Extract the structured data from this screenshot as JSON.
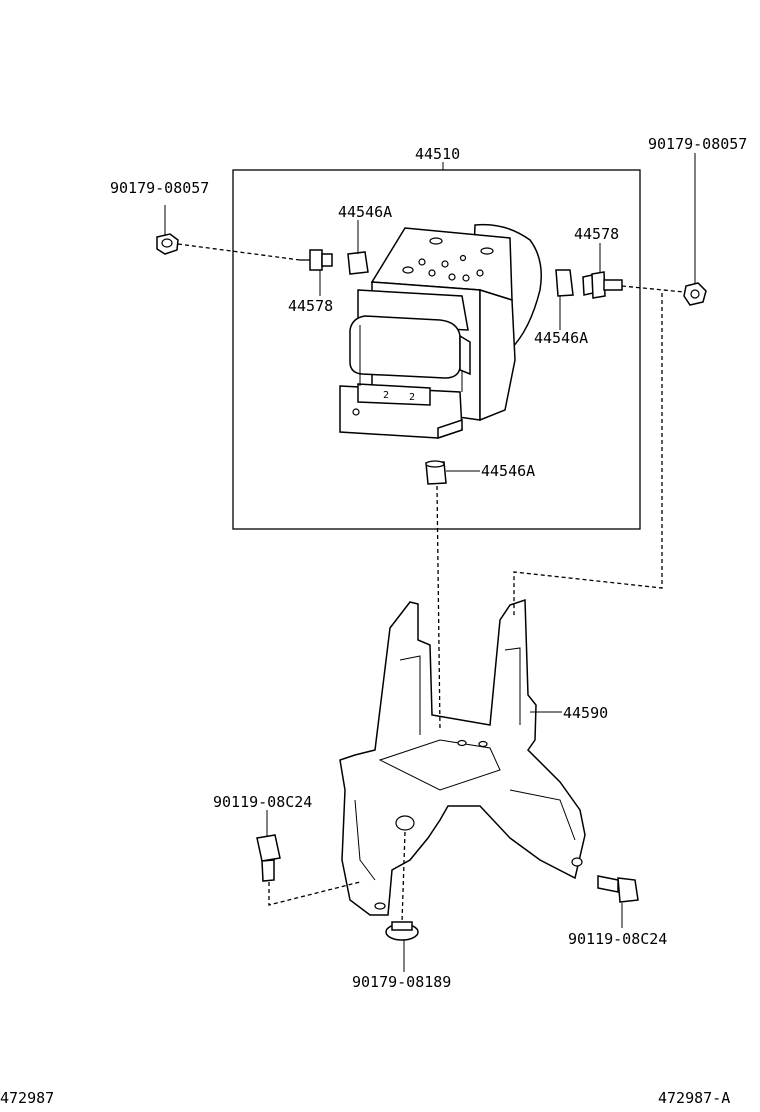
{
  "labels": {
    "actuator_assy": "44510",
    "nut_top_left": "90179-08057",
    "nut_top_right": "90179-08057",
    "cushion_upper_left": "44546A",
    "stud_left": "44578",
    "stud_right": "44578",
    "cushion_right": "44546A",
    "cushion_bottom": "44546A",
    "bracket": "44590",
    "bolt_left": "90119-08C24",
    "bolt_right": "90119-08C24",
    "nut_bottom": "90179-08189"
  },
  "footer": {
    "left_code": "472987",
    "right_code": "472987-A"
  }
}
